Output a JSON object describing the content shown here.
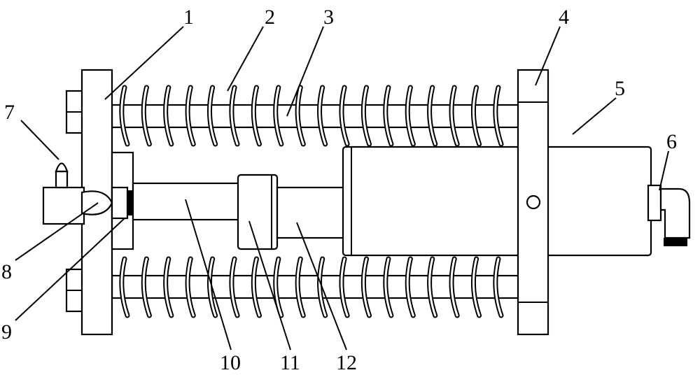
{
  "figure": {
    "labels": {
      "l1": "1",
      "l2": "2",
      "l3": "3",
      "l4": "4",
      "l5": "5",
      "l6": "6",
      "l7": "7",
      "l8": "8",
      "l9": "9",
      "l10": "10",
      "l11": "11",
      "l12": "12"
    },
    "spring_coils_per_spring": 18
  }
}
